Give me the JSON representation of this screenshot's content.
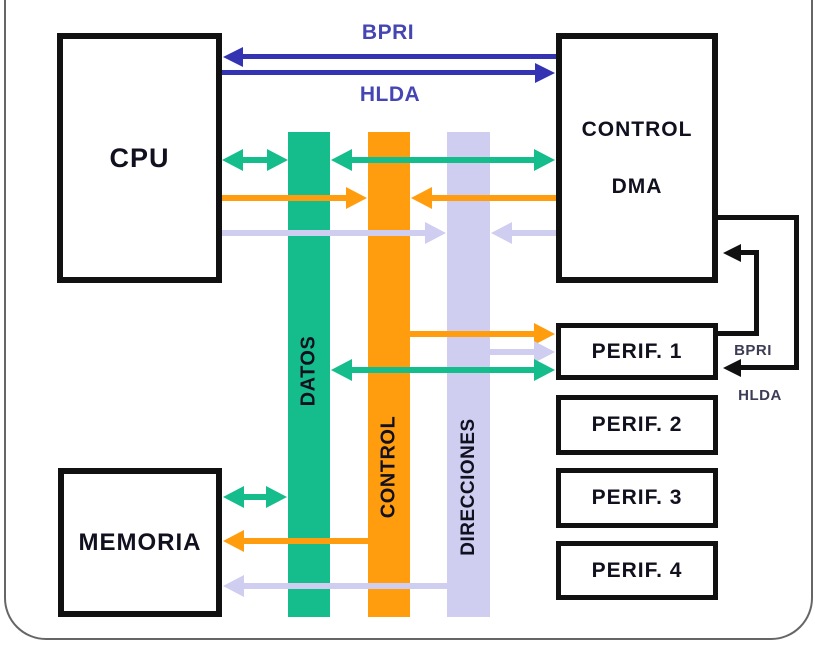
{
  "colors": {
    "teal": "#15bd8d",
    "orange": "#ff9d0e",
    "lavender": "#cfcef1",
    "blue_arrow": "#3434b2",
    "blue_label": "#4545b4",
    "ink": "#111111",
    "frame": "#666666",
    "small_label": "#3c3c55"
  },
  "boxes": {
    "cpu": {
      "label": "CPU"
    },
    "dma": {
      "line1": "CONTROL",
      "line2": "DMA"
    },
    "memoria": {
      "label": "MEMORIA"
    },
    "perif1": {
      "label": "PERIF. 1"
    },
    "perif2": {
      "label": "PERIF. 2"
    },
    "perif3": {
      "label": "PERIF. 3"
    },
    "perif4": {
      "label": "PERIF. 4"
    }
  },
  "buses": {
    "datos": {
      "label": "DATOS"
    },
    "control": {
      "label": "CONTROL"
    },
    "direcciones": {
      "label": "DIRECCIONES"
    }
  },
  "signals": {
    "bpri_top": "BPRI",
    "hlda_top": "HLDA",
    "bpri_right": "BPRI",
    "hlda_right": "HLDA"
  }
}
